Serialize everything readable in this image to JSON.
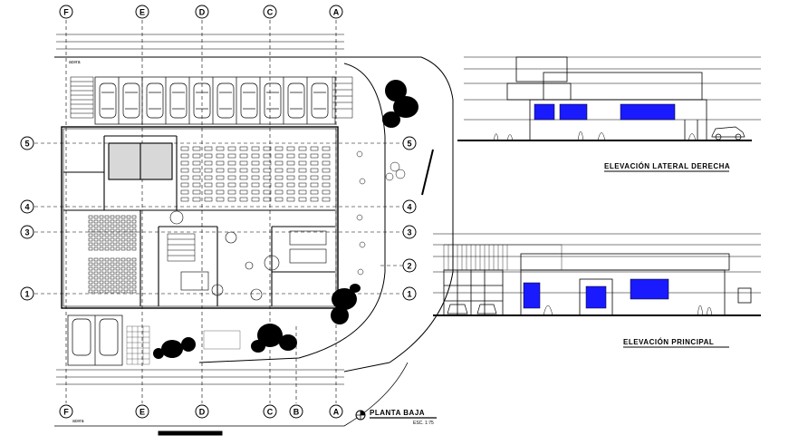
{
  "grid": {
    "columns_top": [
      "F",
      "E",
      "D",
      "C",
      "A"
    ],
    "columns_bottom": [
      "F",
      "E",
      "D",
      "C",
      "B",
      "A"
    ],
    "rows_left": [
      "5",
      "4",
      "3",
      "1"
    ],
    "rows_right": [
      "5",
      "4",
      "3",
      "2",
      "1"
    ]
  },
  "plan": {
    "title": "PLANTA BAJA",
    "scale": "ESC. 1:75",
    "sidewalk_label": "acera"
  },
  "elevations": {
    "side_title": "ELEVACIÓN LATERAL DERECHA",
    "main_title": "ELEVACIÓN PRINCIPAL"
  },
  "colors": {
    "line": "#000000",
    "glass": "#1a1aff",
    "hatch": "#555555"
  }
}
